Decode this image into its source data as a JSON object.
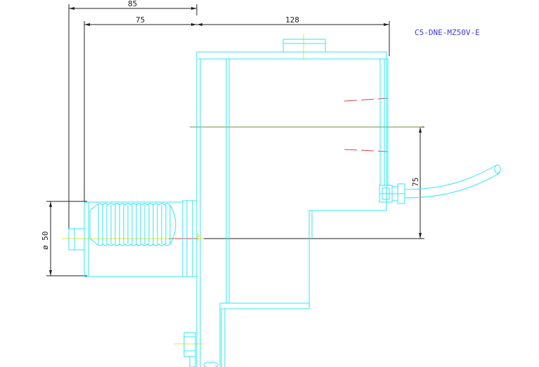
{
  "model_label": "C5-DNE-MZ50V-E",
  "dimensions": {
    "overall_length": "85",
    "body_length": "75",
    "housing_width": "128",
    "axis_offset": "75",
    "shaft_diameter": "ø 50"
  },
  "colors": {
    "outline": "#32e6f0",
    "dimension": "#202020",
    "centerline_yellow": "#e6e632",
    "centerline_red": "#e64040",
    "axis_green": "#6f8f3f",
    "model_label": "#3b3bd6"
  }
}
